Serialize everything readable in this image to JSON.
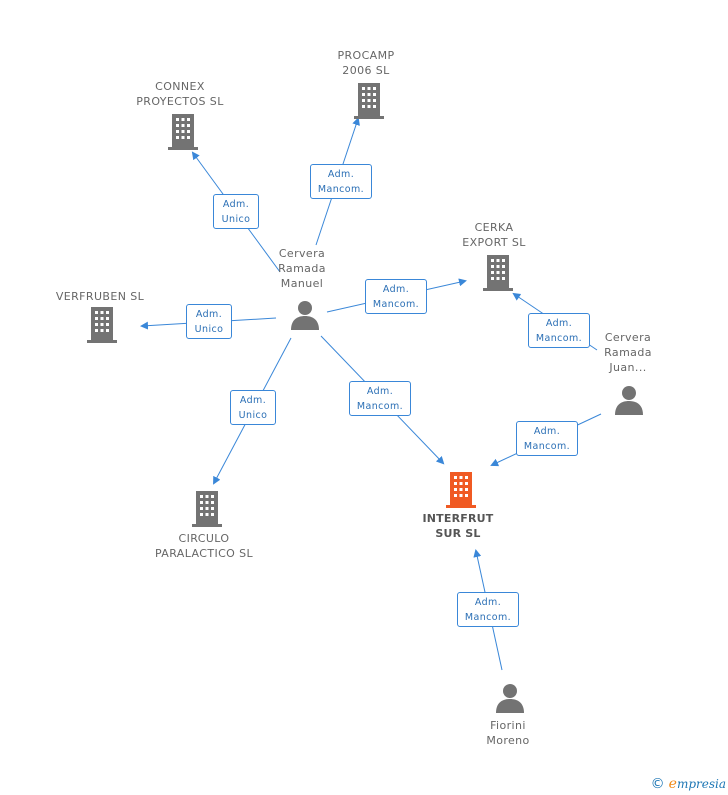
{
  "colors": {
    "edge": "#3a87d8",
    "building": "#737373",
    "main_building": "#f05a23",
    "person": "#737373"
  },
  "companies": {
    "procamp": "PROCAMP\n2006 SL",
    "connex": "CONNEX\nPROYECTOS SL",
    "cerka": "CERKA\nEXPORT SL",
    "verfruben": "VERFRUBEN SL",
    "circulo": "CIRCULO\nPARALACTICO SL",
    "interfrut": "INTERFRUT\nSUR SL"
  },
  "people": {
    "manuel": "Cervera\nRamada\nManuel",
    "juan": "Cervera\nRamada\nJuan...",
    "fiorini": "Fiorini\nMoreno"
  },
  "roles": {
    "manuel_procamp": "Adm.\nMancom.",
    "manuel_connex": "Adm.\nUnico",
    "manuel_cerka": "Adm.\nMancom.",
    "manuel_verfruben": "Adm.\nUnico",
    "manuel_circulo": "Adm.\nUnico",
    "manuel_interfrut": "Adm.\nMancom.",
    "juan_cerka": "Adm.\nMancom.",
    "juan_interfrut": "Adm.\nMancom.",
    "fiorini_interfrut": "Adm.\nMancom."
  },
  "footer": {
    "copyright": "©",
    "brand_e": "e",
    "brand_rest": "mpresia"
  }
}
